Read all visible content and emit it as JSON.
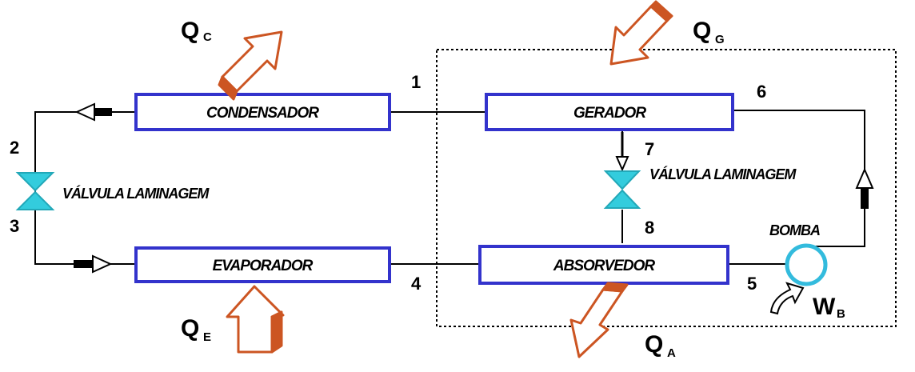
{
  "components": {
    "condensador": "CONDENSADOR",
    "gerador": "GERADOR",
    "evaporador": "EVAPORADOR",
    "absorvedor": "ABSORVEDOR",
    "bomba": "BOMBA",
    "valvula_left": "VÁLVULA LAMINAGEM",
    "valvula_right": "VÁLVULA LAMINAGEM"
  },
  "state_points": {
    "p1": "1",
    "p2": "2",
    "p3": "3",
    "p4": "4",
    "p5": "5",
    "p6": "6",
    "p7": "7",
    "p8": "8"
  },
  "heat_flows": {
    "qc": {
      "main": "Q",
      "sub": "C"
    },
    "qg": {
      "main": "Q",
      "sub": "G"
    },
    "qe": {
      "main": "Q",
      "sub": "E"
    },
    "qa": {
      "main": "Q",
      "sub": "A"
    },
    "wb": {
      "main": "W",
      "sub": "B"
    }
  },
  "colors": {
    "box_border": "#3333cc",
    "valve": "#33ccdd",
    "pump": "#33bbdd",
    "heat_arrow": "#cc5522",
    "line": "#000000"
  }
}
